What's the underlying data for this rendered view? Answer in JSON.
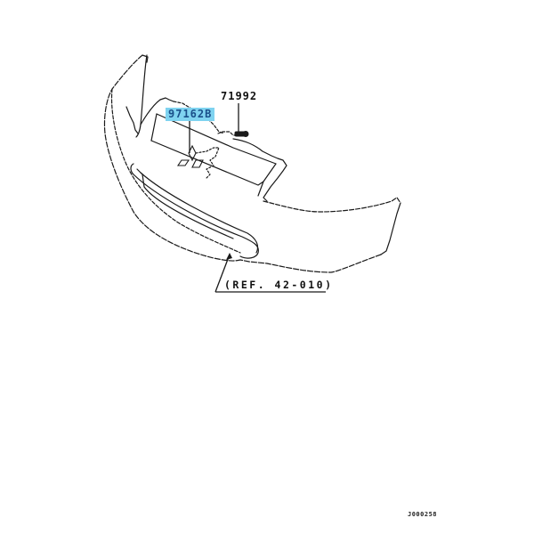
{
  "diagram": {
    "subject": "front bumper assembly",
    "colors": {
      "line": "#1a1a1a",
      "highlight": "#7fd3f0",
      "highlight_text": "#1a4f8a",
      "background": "#ffffff"
    },
    "callouts": [
      {
        "id": "part-97162B",
        "label": "97162B",
        "highlighted": true,
        "points_to": "emblem"
      },
      {
        "id": "part-71992",
        "label": "71992",
        "highlighted": false,
        "points_to": "clip fastener"
      }
    ],
    "reference": {
      "label": "(REF. 42-010)",
      "points_to": "bumper lower edge"
    },
    "diagram_code": "J000258"
  }
}
